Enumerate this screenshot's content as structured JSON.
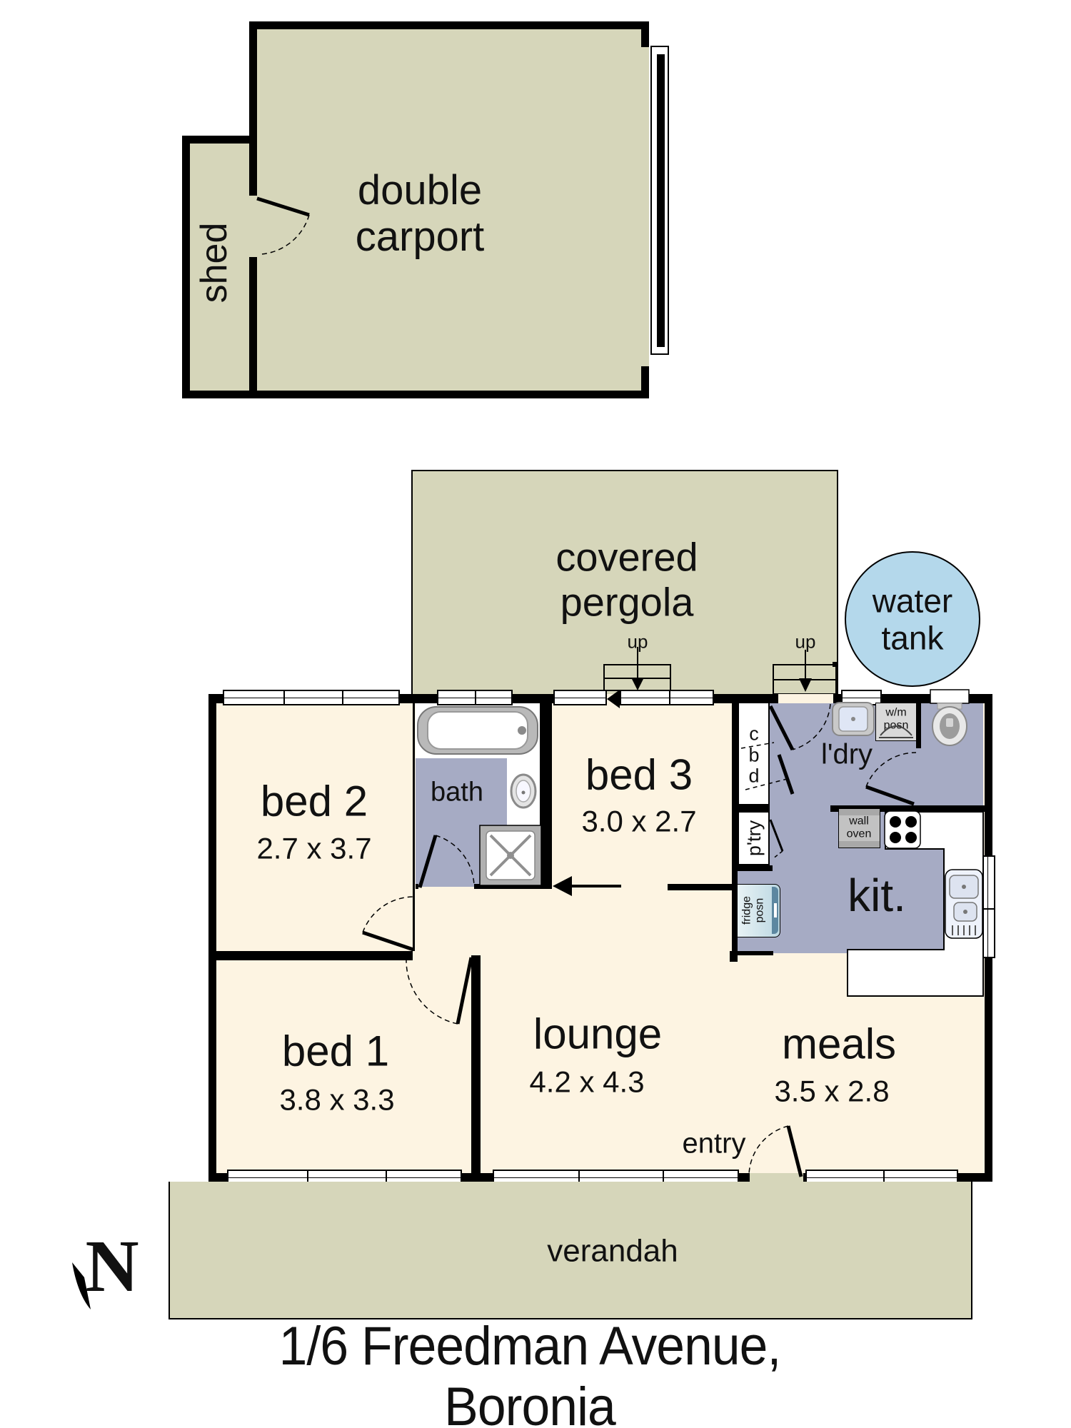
{
  "title": "1/6 Freedman Avenue, Boronia",
  "compass": {
    "north": "N"
  },
  "outbuildings": {
    "shed": "shed",
    "double_carport": "double\ncarport"
  },
  "outdoor": {
    "pergola": "covered\npergola",
    "water_tank": "water\ntank",
    "verandah": "verandah",
    "entry": "entry",
    "up_left": "up",
    "up_right": "up"
  },
  "rooms": [
    {
      "name": "bed 2",
      "dims": "2.7 x 3.7"
    },
    {
      "name": "bed 3",
      "dims": "3.0 x 2.7"
    },
    {
      "name": "bed 1",
      "dims": "3.8 x 3.3"
    },
    {
      "name": "lounge",
      "dims": "4.2 x 4.3"
    },
    {
      "name": "meals",
      "dims": "3.5 x 2.8"
    },
    {
      "name": "bath"
    },
    {
      "name": "l'dry"
    },
    {
      "name": "kit."
    }
  ],
  "fixtures": {
    "wm": "w/m\nposn",
    "wall_oven": "wall\noven",
    "fridge": "fridge\nposn",
    "cupboard": "c\nb\nd",
    "pantry": "p'try"
  },
  "colors": {
    "outdoor_fill": "#d6d6ba",
    "interior_fill": "#fdf4e2",
    "wet_area_fill": "#a6abc4",
    "water_tank_fill": "#b4d8eb",
    "wall": "#000000",
    "paper": "#ffffff"
  }
}
